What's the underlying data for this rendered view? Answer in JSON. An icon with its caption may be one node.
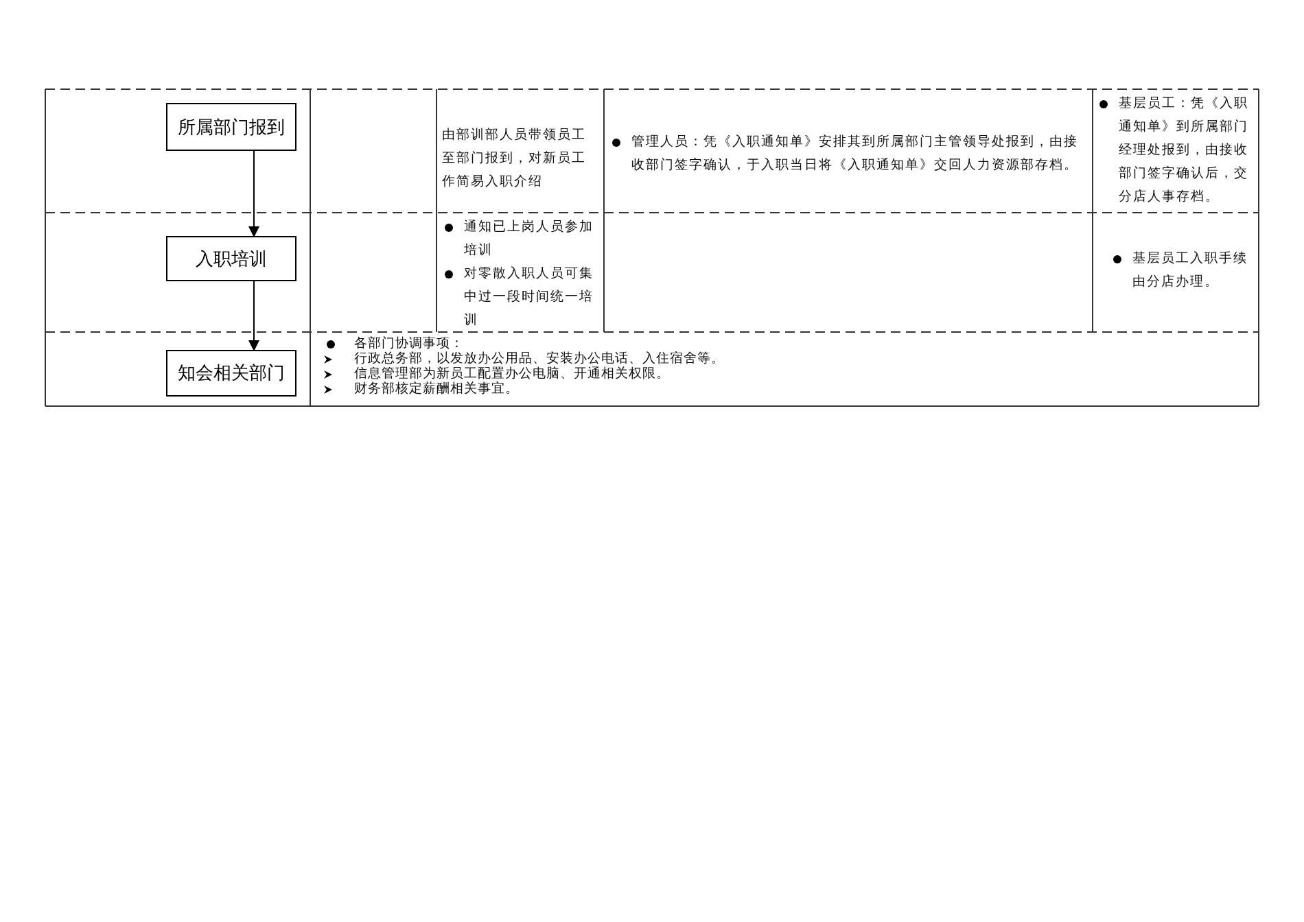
{
  "diagram": {
    "nodes": [
      {
        "text": [
          "所属部门报到"
        ]
      },
      {
        "text": [
          "入职培训"
        ]
      },
      {
        "text": [
          "知会相关部门"
        ]
      }
    ],
    "edges": [
      {
        "from": 0,
        "to": 1,
        "arrow": "to"
      },
      {
        "from": 1,
        "to": 2,
        "arrow": "to"
      }
    ],
    "labels": [
      "由部训部人员带领员工至部门报到，对新员工作简易入职介绍",
      "管理人员：凭《入职通知单》安排其到所属部门主管领导处报到，由接收部门签字确认，于入职当日将《入职通知单》交回人力资源部存档。",
      "基层员工：凭《入职通知单》到所属部门经理处报到，由接收部门签字确认后，交分店人事存档。",
      "通知已上岗人员参加培训",
      "对零散入职人员可集中过一段时间统一培训",
      "基层员工入职手续由分店办理。",
      "各部门协调事项：",
      "行政总务部，以发放办公用品、安装办公电话、入住宿舍等。",
      "信息管理部为新员工配置办公电脑、开通相关权限。",
      "财务部核定薪酬相关事宜。"
    ]
  }
}
